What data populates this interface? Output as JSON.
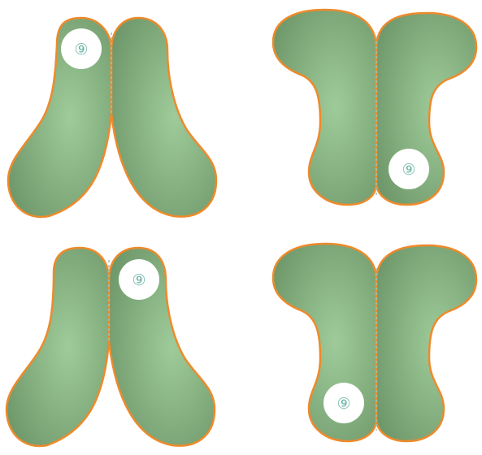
{
  "colors": {
    "fill_light": "#9fcb9a",
    "fill_dark": "#6b9466",
    "outline": "#ee8a2b",
    "seam": "#9ec3b4",
    "badge_bg": "#ffffff",
    "badge_text": "#6fb6a6"
  },
  "pieces": [
    {
      "id": "piece-1",
      "shape": "inverted-v",
      "badge": {
        "glyph": "⑨",
        "half": "left"
      }
    },
    {
      "id": "piece-2",
      "shape": "t-shape",
      "badge": {
        "glyph": "⑨",
        "half": "right"
      }
    },
    {
      "id": "piece-3",
      "shape": "inverted-v",
      "badge": {
        "glyph": "⑨",
        "half": "right"
      }
    },
    {
      "id": "piece-4",
      "shape": "t-shape",
      "badge": {
        "glyph": "⑨",
        "half": "left"
      }
    }
  ]
}
